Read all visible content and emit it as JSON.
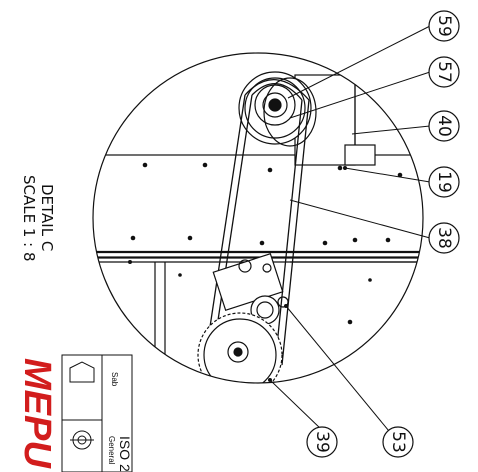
{
  "detail": {
    "title": "DETAIL C",
    "scale": "SCALE 1 : 8"
  },
  "balloons": [
    {
      "id": "59",
      "label": "59"
    },
    {
      "id": "57",
      "label": "57"
    },
    {
      "id": "40",
      "label": "40"
    },
    {
      "id": "19",
      "label": "19"
    },
    {
      "id": "38",
      "label": "38"
    },
    {
      "id": "53",
      "label": "53"
    },
    {
      "id": "39",
      "label": "39"
    }
  ],
  "title_block": {
    "sab_label": "Sab",
    "general_label": "General",
    "iso_label": "ISO 2",
    "logo_text": "MEPU"
  },
  "colors": {
    "line": "#111111",
    "logo": "#d21d1d",
    "background": "#ffffff"
  }
}
